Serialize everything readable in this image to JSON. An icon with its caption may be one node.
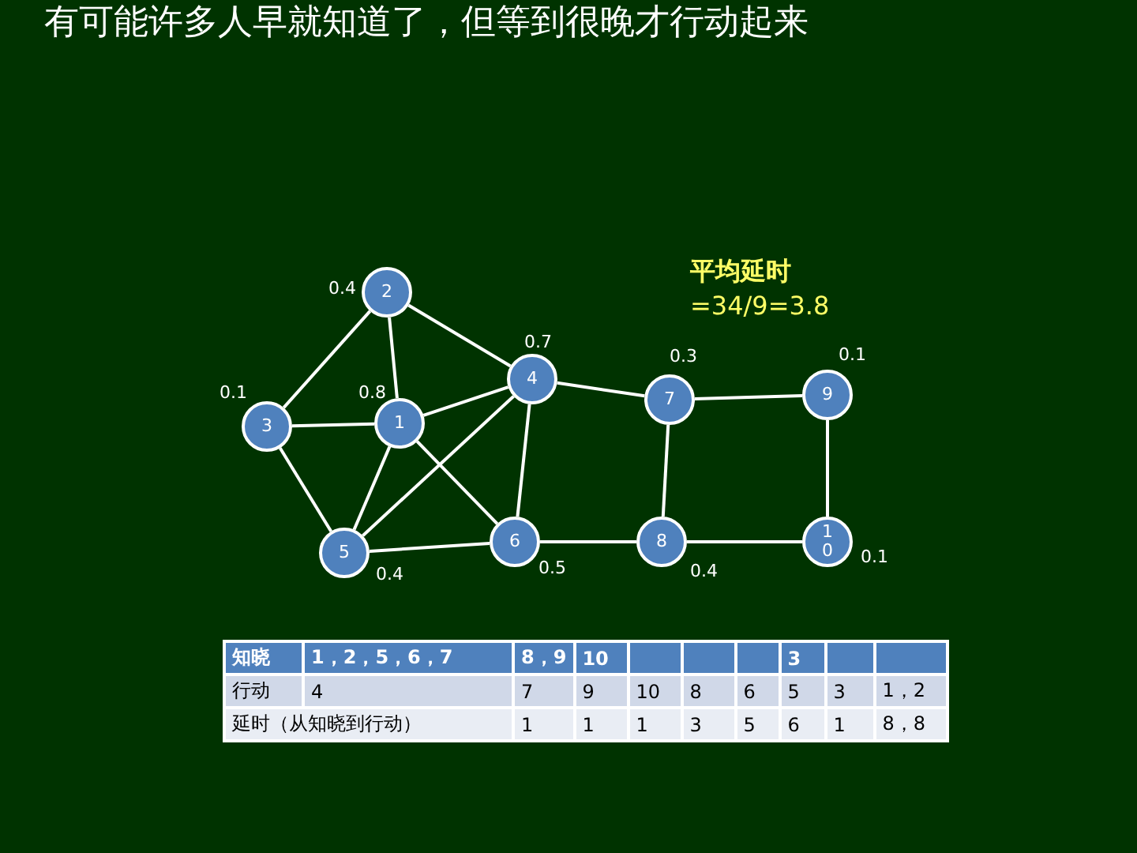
{
  "diagram": {
    "title": "有可能许多人早就知道了，但等到很晚才行动起来",
    "nodes": [
      {
        "text": [
          "1"
        ],
        "beside": [
          "0.8"
        ]
      },
      {
        "text": [
          "2"
        ],
        "beside": [
          "0.4"
        ]
      },
      {
        "text": [
          "3"
        ],
        "beside": [
          "0.1"
        ]
      },
      {
        "text": [
          "4"
        ],
        "beside": [
          "0.7"
        ]
      },
      {
        "text": [
          "5"
        ],
        "beside": [
          "0.4"
        ]
      },
      {
        "text": [
          "6"
        ],
        "beside": [
          "0.5"
        ]
      },
      {
        "text": [
          "7"
        ],
        "beside": [
          "0.3"
        ]
      },
      {
        "text": [
          "8"
        ],
        "beside": [
          "0.4"
        ]
      },
      {
        "text": [
          "9"
        ],
        "beside": [
          "0.1"
        ]
      },
      {
        "text": [
          "10"
        ],
        "beside": [
          "0.1"
        ]
      }
    ],
    "edges": [
      {
        "from": 1,
        "to": 2,
        "arrow": "none"
      },
      {
        "from": 1,
        "to": 0,
        "arrow": "none"
      },
      {
        "from": 1,
        "to": 3,
        "arrow": "none"
      },
      {
        "from": 2,
        "to": 0,
        "arrow": "none"
      },
      {
        "from": 2,
        "to": 4,
        "arrow": "none"
      },
      {
        "from": 0,
        "to": 3,
        "arrow": "none"
      },
      {
        "from": 0,
        "to": 4,
        "arrow": "none"
      },
      {
        "from": 0,
        "to": 5,
        "arrow": "none"
      },
      {
        "from": 3,
        "to": 4,
        "arrow": "none"
      },
      {
        "from": 3,
        "to": 5,
        "arrow": "none"
      },
      {
        "from": 3,
        "to": 6,
        "arrow": "none"
      },
      {
        "from": 4,
        "to": 5,
        "arrow": "none"
      },
      {
        "from": 5,
        "to": 7,
        "arrow": "none"
      },
      {
        "from": 6,
        "to": 7,
        "arrow": "none"
      },
      {
        "from": 6,
        "to": 8,
        "arrow": "none"
      },
      {
        "from": 8,
        "to": 9,
        "arrow": "none"
      },
      {
        "from": 7,
        "to": 9,
        "arrow": "none"
      }
    ],
    "labels": [
      "平均延时",
      "=34/9=3.8",
      "知晓",
      "1，2，5，6，7",
      "8，9",
      "10",
      "3",
      "行动",
      "4",
      "7",
      "9",
      "10",
      "8",
      "6",
      "5",
      "3",
      "1，2",
      "延时（从知晓到行动）",
      "1",
      "1",
      "1",
      "3",
      "5",
      "6",
      "1",
      "8，8"
    ]
  }
}
